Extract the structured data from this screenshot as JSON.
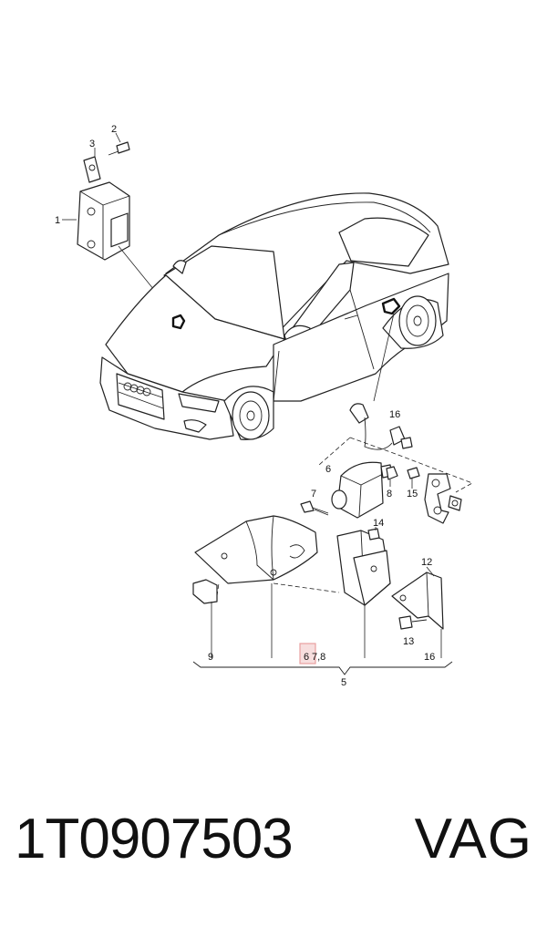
{
  "callouts": {
    "c1": "1",
    "c2": "2",
    "c3": "3",
    "c5": "5",
    "c6": "6",
    "c7": "7",
    "c8": "8",
    "c9": "9",
    "c12": "12",
    "c13": "13",
    "c14": "14",
    "c15": "15",
    "c16a": "16",
    "c16b": "16",
    "row_6": "6",
    "row_78": "7,8"
  },
  "footer": {
    "part_number": "1T0907503",
    "brand": "VAG"
  },
  "highlight_color": "#e8a0a0"
}
